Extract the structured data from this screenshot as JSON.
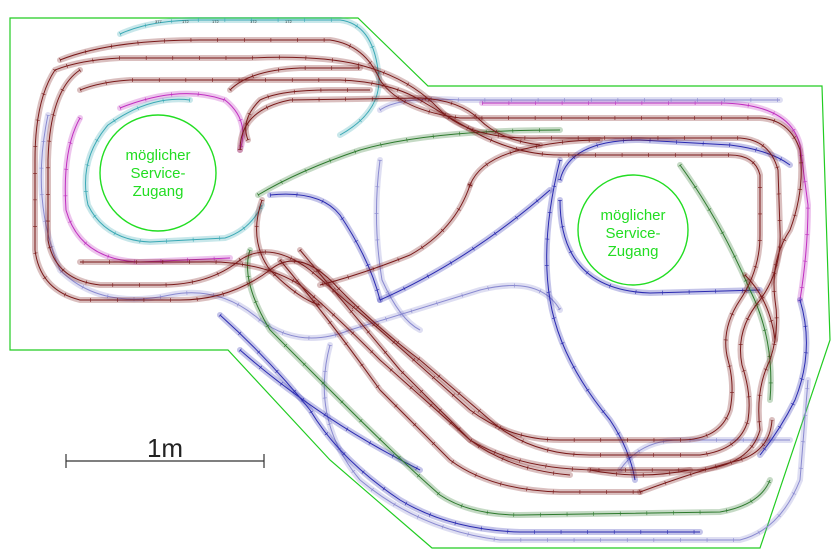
{
  "service_access": [
    {
      "lines": [
        "möglicher",
        "Service-",
        "Zugang"
      ]
    },
    {
      "lines": [
        "möglicher",
        "Service-",
        "Zugang"
      ]
    }
  ],
  "scale_bar": {
    "label": "1m"
  },
  "segment_numbers": [
    "377",
    "172",
    "172",
    "172",
    "172"
  ],
  "colors": {
    "boundary": "#22cc22",
    "access_circle": "#22dd22",
    "track_red": "#7a1a1a",
    "track_blue": "#2a2ab0",
    "track_green": "#2d7a2d",
    "track_cyan": "#3aa9b5",
    "track_magenta": "#c02fc0",
    "track_lavender": "#8a8ad0",
    "scale_bar": "#333333"
  }
}
